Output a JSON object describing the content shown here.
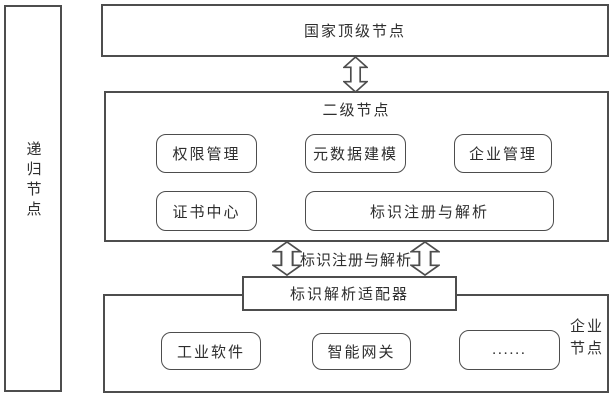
{
  "colors": {
    "line": "#4d4d4d",
    "text": "#2e2e2e",
    "background": "#ffffff"
  },
  "nodes": {
    "recursive": {
      "label": "递归节点"
    },
    "national_top": {
      "label": "国家顶级节点"
    },
    "second_level": {
      "label": "二级节点",
      "modules": [
        "权限管理",
        "元数据建模",
        "企业管理",
        "证书中心",
        "标识注册与解析"
      ]
    },
    "link": {
      "label": "标识注册与解析"
    },
    "adapter": {
      "label": "标识解析适配器"
    },
    "enterprise": {
      "label": "企业节点",
      "modules": [
        "工业软件",
        "智能网关",
        "......"
      ]
    }
  }
}
